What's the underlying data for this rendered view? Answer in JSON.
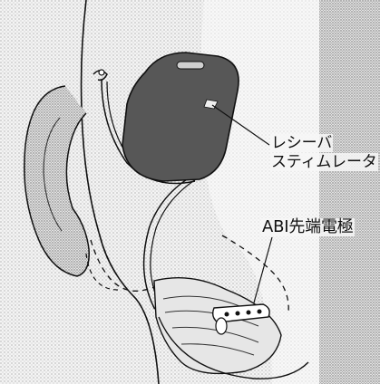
{
  "labels": {
    "receiver": "レシーバ",
    "stimulator": "スティムレータ",
    "abi_electrode": "ABI先端電極"
  },
  "colors": {
    "background": "#f7f7f7",
    "stipple": "#9a9a9a",
    "device_fill": "#555555",
    "line": "#111111"
  }
}
